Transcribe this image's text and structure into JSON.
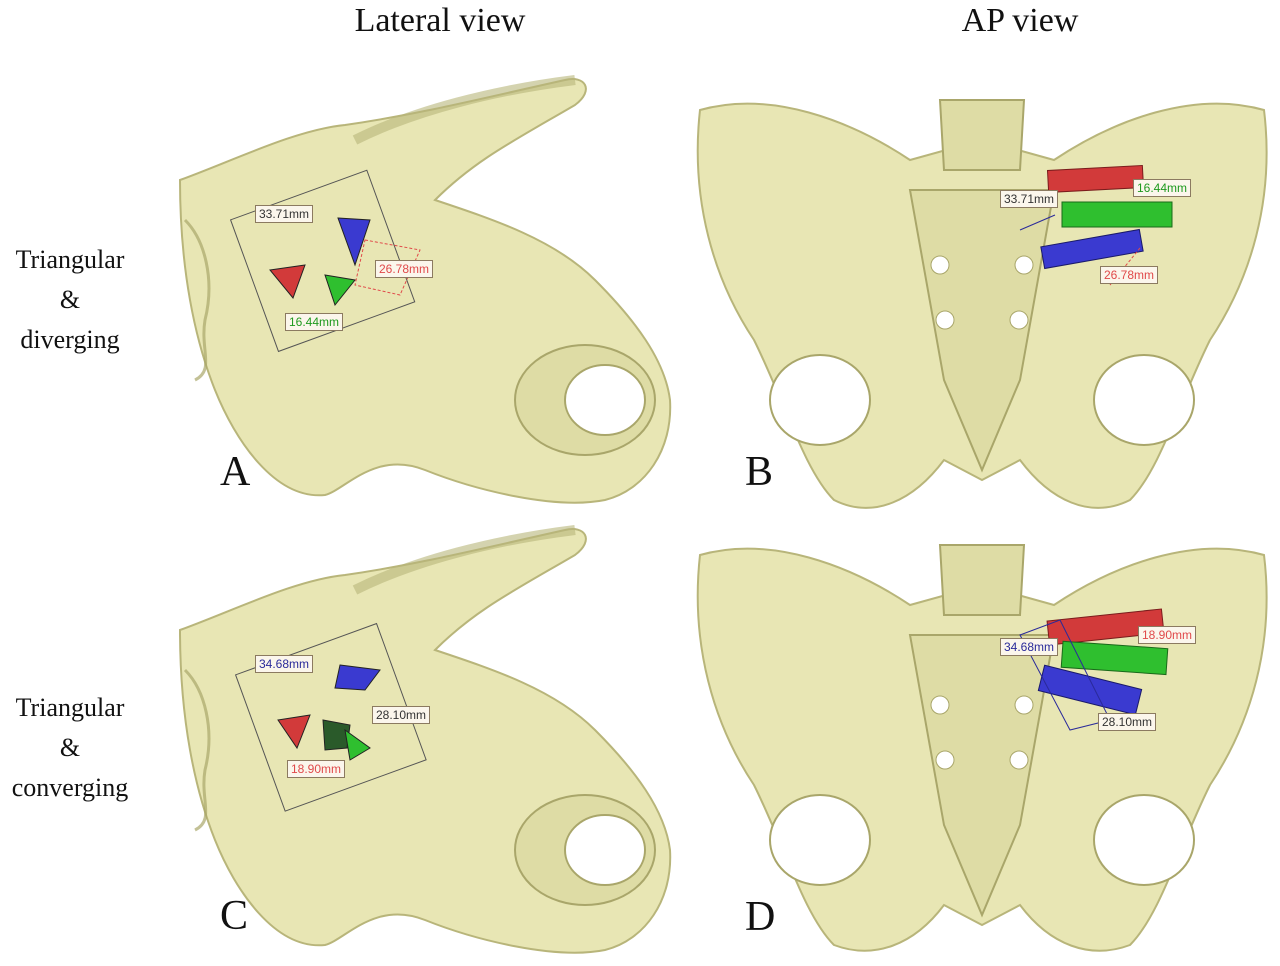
{
  "headers": {
    "lateral": "Lateral view",
    "ap": "AP view"
  },
  "rows": [
    {
      "line1": "Triangular",
      "line2": "&",
      "line3": "diverging"
    },
    {
      "line1": "Triangular",
      "line2": "&",
      "line3": "converging"
    }
  ],
  "panels": {
    "A": {
      "letter": "A",
      "m1": "33.71mm",
      "m2": "26.78mm",
      "m3": "16.44mm"
    },
    "B": {
      "letter": "B",
      "m1": "33.71mm",
      "m2": "16.44mm",
      "m3": "26.78mm"
    },
    "C": {
      "letter": "C",
      "m1": "34.68mm",
      "m2": "28.10mm",
      "m3": "18.90mm"
    },
    "D": {
      "letter": "D",
      "m1": "34.68mm",
      "m2": "18.90mm",
      "m3": "28.10mm"
    }
  },
  "colors": {
    "bone": "#e8e6b4",
    "bone_edge": "#b8b57a",
    "screw_red": "#d23a3a",
    "screw_green": "#2fbf2f",
    "screw_blue": "#3a3ad0",
    "label_red": "#e04a4a",
    "label_green": "#1f9a1f",
    "label_blue": "#2a2a9a"
  }
}
